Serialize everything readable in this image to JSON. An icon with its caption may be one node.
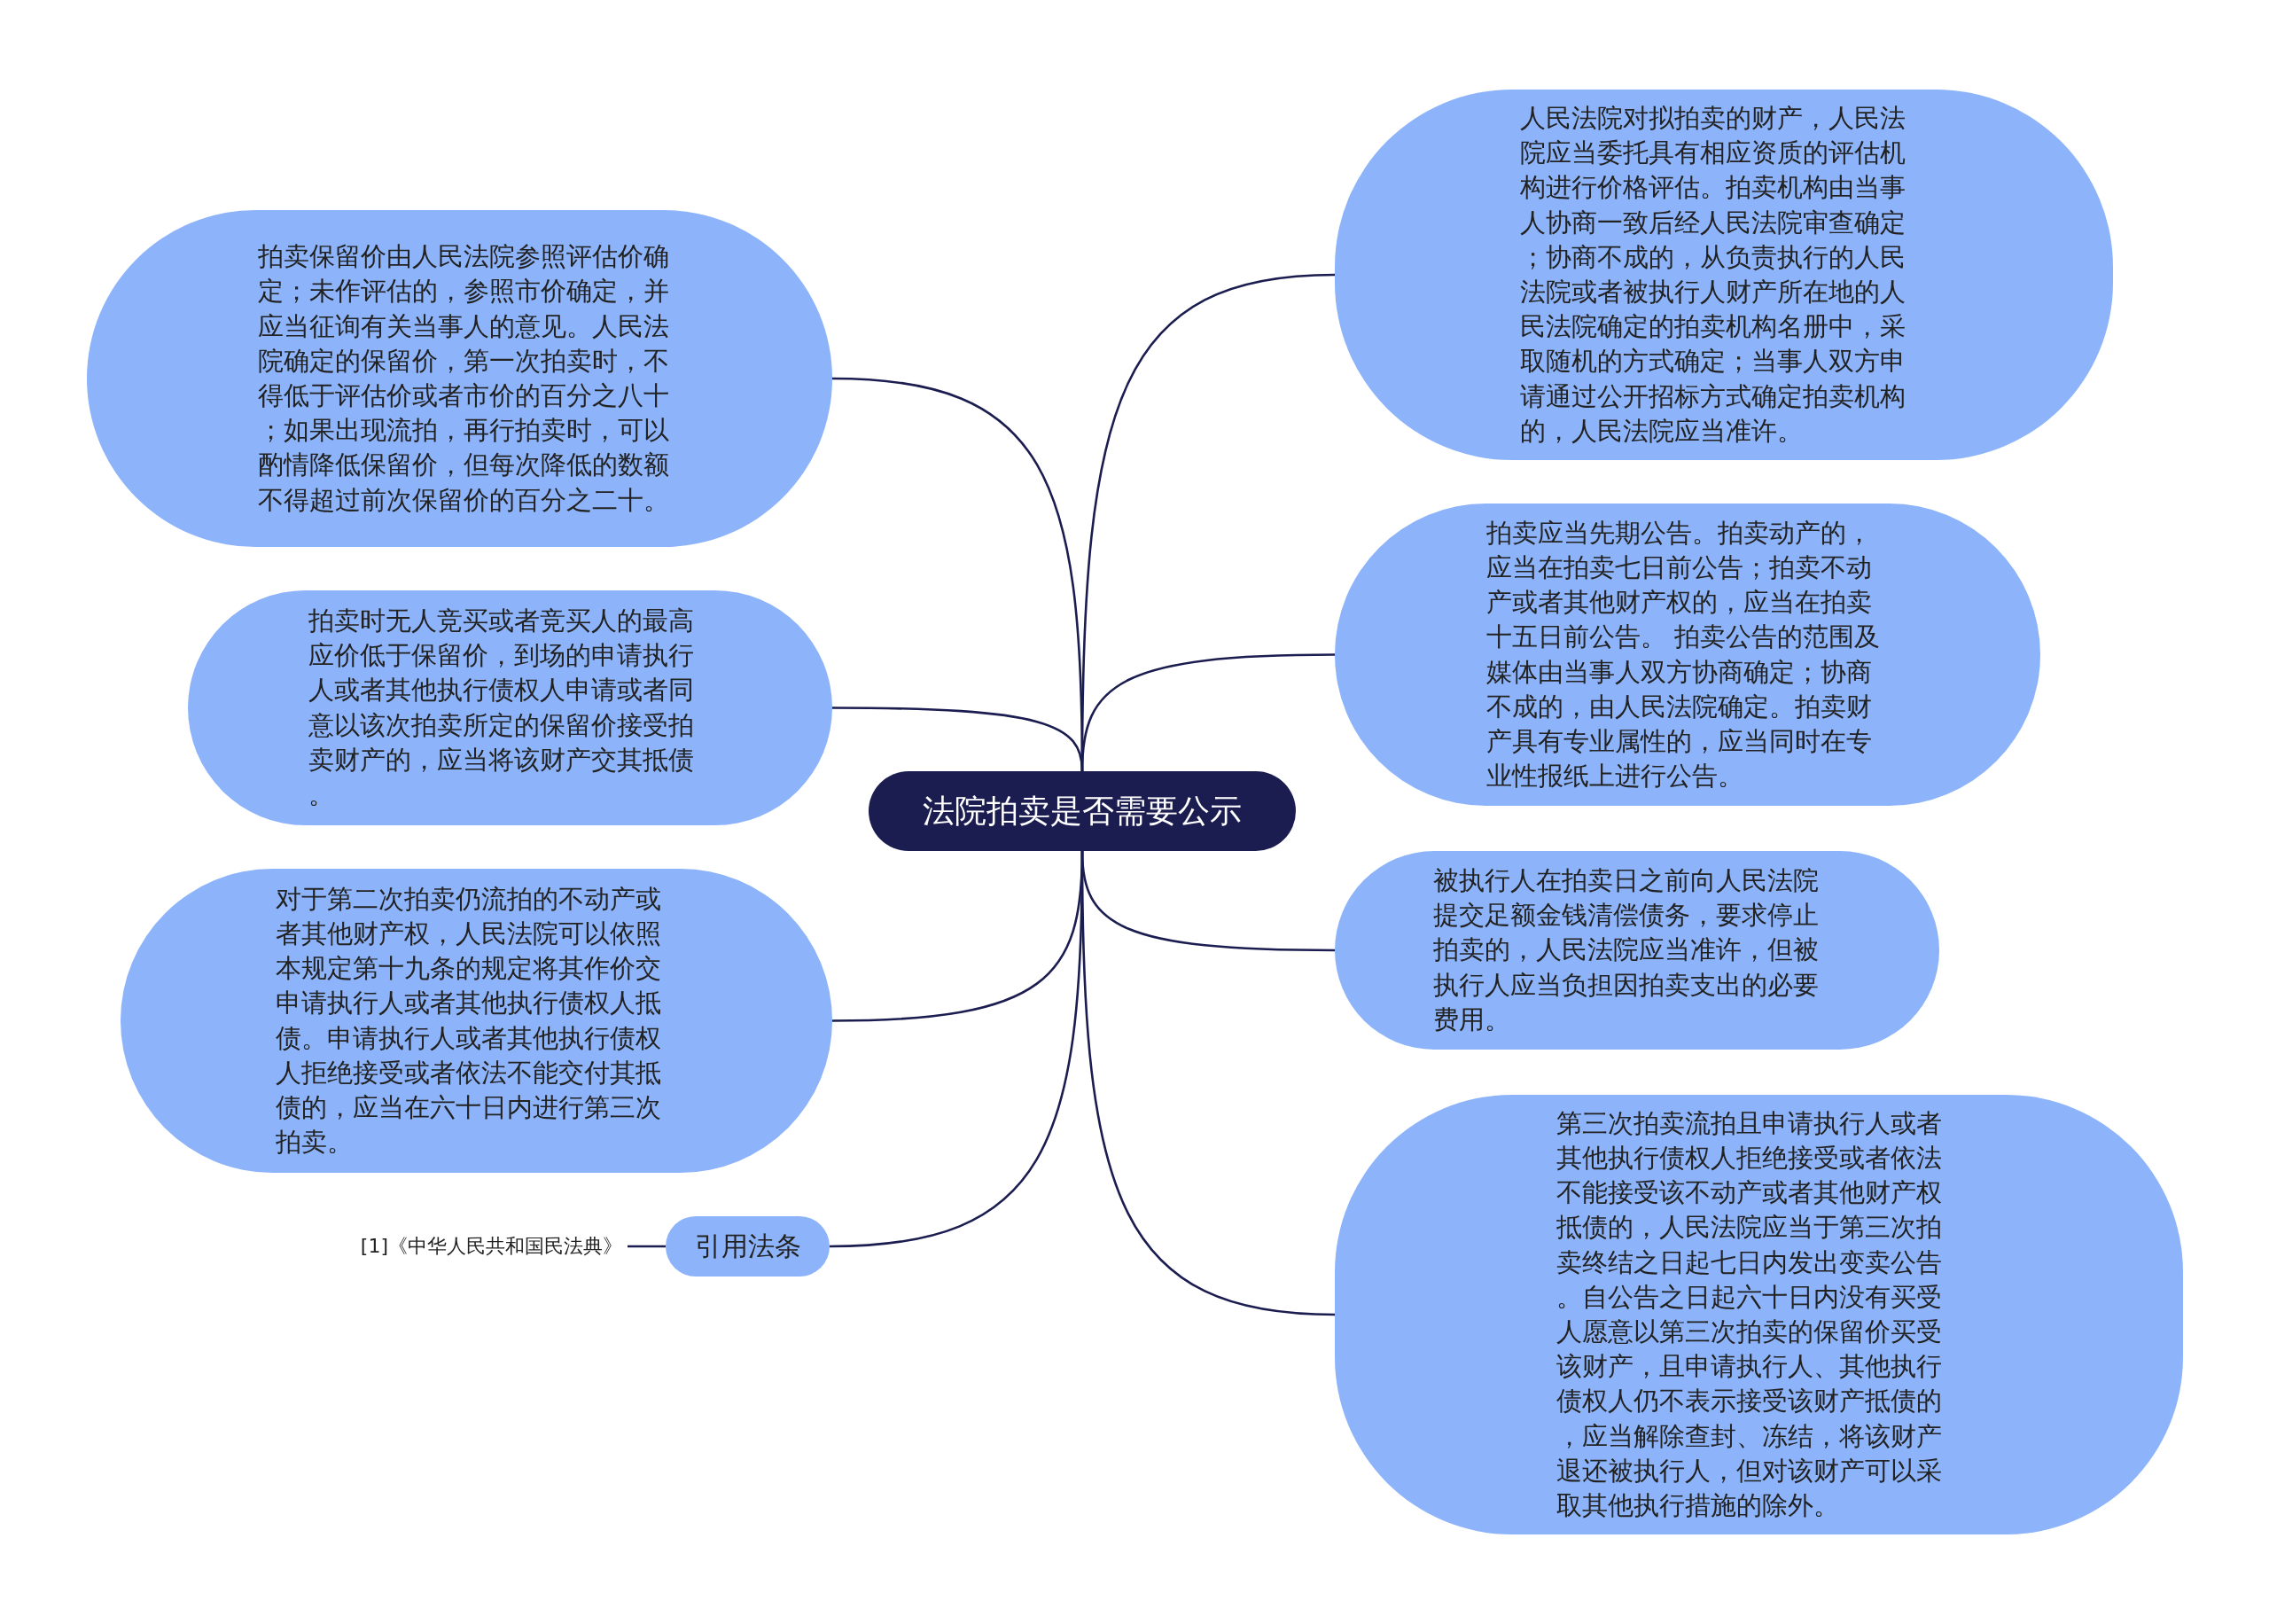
{
  "diagram": {
    "nodes": [
      {
        "text": [
          "法院拍卖是否需要公示"
        ]
      },
      {
        "text": [
          "人民法院对拟拍卖的财产，人民法院应当委托具有相应资质的评估机构进行价格评估。拍卖机构由当事人协商一致后经人民法院审查确定；协商不成的，从负责执行的人民法院或者被执行人财产所在地的人民法院确定的拍卖机构名册中，采取随机的方式确定；当事人双方申请通过公开招标方式确定拍卖机构的，人民法院应当准许。"
        ]
      },
      {
        "text": [
          "拍卖应当先期公告。拍卖动产的，应当在拍卖七日前公告；拍卖不动产或者其他财产权的，应当在拍卖十五日前公告。 拍卖公告的范围及媒体由当事人双方协商确定；协商不成的，由人民法院确定。拍卖财产具有专业属性的，应当同时在专业性报纸上进行公告。"
        ]
      },
      {
        "text": [
          "被执行人在拍卖日之前向人民法院提交足额金钱清偿债务，要求停止拍卖的，人民法院应当准许，但被执行人应当负担因拍卖支出的必要费用。"
        ]
      },
      {
        "text": [
          "第三次拍卖流拍且申请执行人或者其他执行债权人拒绝接受或者依法不能接受该不动产或者其他财产权抵债的，人民法院应当于第三次拍卖终结之日起七日内发出变卖公告。自公告之日起六十日内没有买受人愿意以第三次拍卖的保留价买受该财产，且申请执行人、其他执行债权人仍不表示接受该财产抵债的，应当解除查封、冻结，将该财产退还被执行人，但对该财产可以采取其他执行措施的除外。"
        ]
      },
      {
        "text": [
          "拍卖保留价由人民法院参照评估价确定；未作评估的，参照市价确定，并应当征询有关当事人的意见。人民法院确定的保留价，第一次拍卖时，不得低于评估价或者市价的百分之八十；如果出现流拍，再行拍卖时，可以酌情降低保留价，但每次降低的数额不得超过前次保留价的百分之二十。"
        ]
      },
      {
        "text": [
          "拍卖时无人竞买或者竞买人的最高应价低于保留价，到场的申请执行人或者其他执行债权人申请或者同意以该次拍卖所定的保留价接受拍卖财产的，应当将该财产交其抵债。"
        ]
      },
      {
        "text": [
          "对于第二次拍卖仍流拍的不动产或者其他财产权，人民法院可以依照本规定第十九条的规定将其作价交申请执行人或者其他执行债权人抵债。申请执行人或者其他执行债权人拒绝接受或者依法不能交付其抵债的，应当在六十日内进行第三次拍卖。"
        ]
      },
      {
        "text": [
          "引用法条"
        ]
      },
      {
        "text": [
          "[1]《中华人民共和国民法典》"
        ]
      }
    ],
    "edges": [
      {
        "from": 0,
        "to": 1,
        "arrow": "none"
      },
      {
        "from": 0,
        "to": 2,
        "arrow": "none"
      },
      {
        "from": 0,
        "to": 3,
        "arrow": "none"
      },
      {
        "from": 0,
        "to": 4,
        "arrow": "none"
      },
      {
        "from": 0,
        "to": 5,
        "arrow": "none"
      },
      {
        "from": 0,
        "to": 6,
        "arrow": "none"
      },
      {
        "from": 0,
        "to": 7,
        "arrow": "none"
      },
      {
        "from": 0,
        "to": 8,
        "arrow": "none"
      },
      {
        "from": 8,
        "to": 9,
        "arrow": "none"
      }
    ]
  }
}
